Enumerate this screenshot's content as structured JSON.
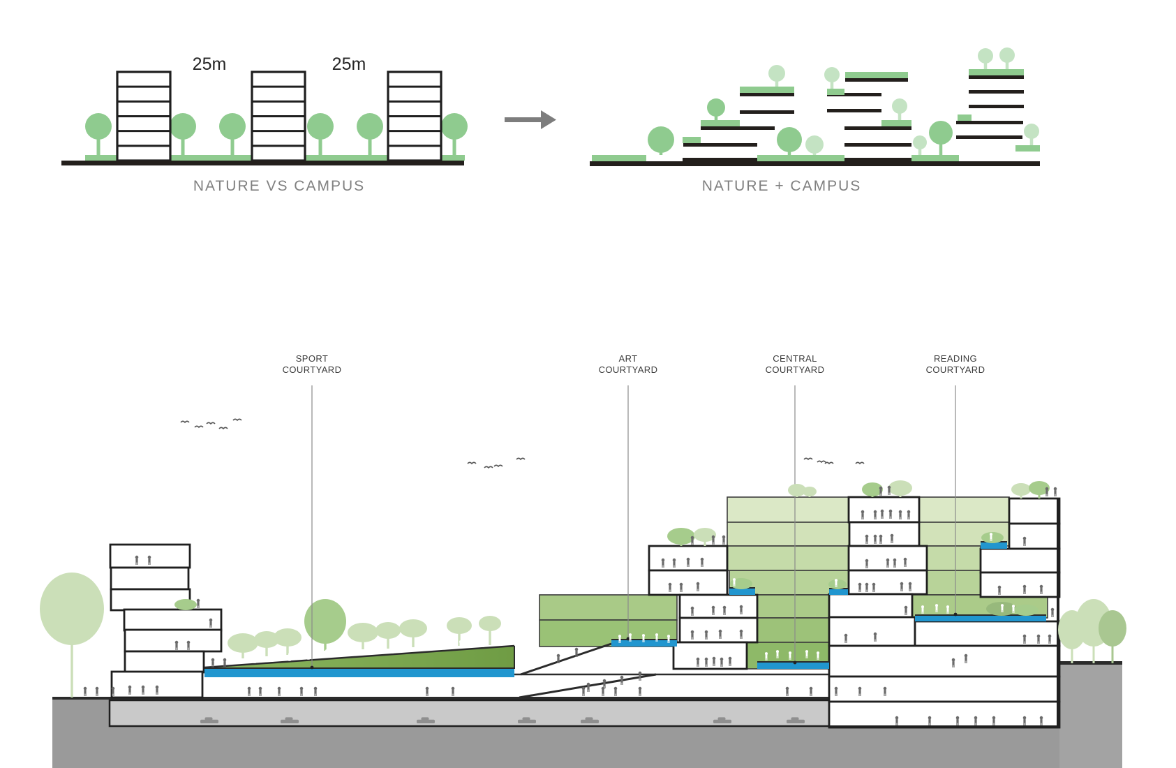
{
  "diagram_left": {
    "caption": "NATURE VS CAMPUS",
    "dim_labels": [
      "25m",
      "25m"
    ]
  },
  "diagram_right": {
    "caption": "NATURE + CAMPUS"
  },
  "section": {
    "courtyards": [
      {
        "line1": "SPORT",
        "line2": "COURTYARD"
      },
      {
        "line1": "ART",
        "line2": "COURTYARD"
      },
      {
        "line1": "CENTRAL",
        "line2": "COURTYARD"
      },
      {
        "line1": "READING",
        "line2": "COURTYARD"
      }
    ]
  },
  "colors": {
    "tree_green": "#8fcb8f",
    "tree_green_light": "#c4e3c3",
    "ground_black": "#231f1c",
    "water_blue": "#2196cf",
    "lawn_green_dark": "#6f9c44",
    "lawn_green": "#86b259",
    "terrace_greens": [
      "#dbe8c6",
      "#d2e2b9",
      "#c5dba9",
      "#b8d399",
      "#abcb89",
      "#9dc279",
      "#8eb968"
    ],
    "art_block_greens": [
      "#a9ca87",
      "#9ac276"
    ],
    "ground_gray": "#9a9a9a",
    "basement_gray": "#c9c9c9",
    "caption_gray": "#808080",
    "figure_gray": "#6b6b6b",
    "arrow_gray": "#7d7d7d"
  }
}
